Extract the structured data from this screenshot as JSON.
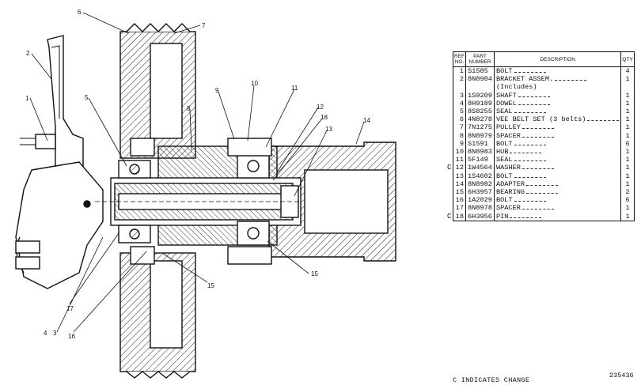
{
  "callouts": [
    "6",
    "7",
    "2",
    "1",
    "5",
    "8",
    "10",
    "9",
    "11",
    "12",
    "18",
    "13",
    "14",
    "17",
    "16",
    "4",
    "3",
    "15",
    "15"
  ],
  "table": {
    "headers": {
      "ref": "REF NO.",
      "part": "PART NUMBER",
      "desc": "DESCRIPTION",
      "qty": "QTY"
    },
    "rows": [
      {
        "c": "",
        "ref": "1",
        "part": "S1585",
        "desc": "BOLT",
        "qty": "4"
      },
      {
        "c": "",
        "ref": "2",
        "part": "8N8984",
        "desc": "BRACKET ASSEM.",
        "qty": "1"
      },
      {
        "c": "",
        "ref": "",
        "part": "",
        "desc": "(Includes)",
        "qty": ""
      },
      {
        "c": "",
        "ref": "3",
        "part": "1S9209",
        "desc": "SHAFT",
        "qty": "1"
      },
      {
        "c": "",
        "ref": "4",
        "part": "8H9189",
        "desc": "DOWEL",
        "qty": "1"
      },
      {
        "c": "",
        "ref": "5",
        "part": "8S8255",
        "desc": "SEAL",
        "qty": "1"
      },
      {
        "c": "",
        "ref": "6",
        "part": "4N8278",
        "desc": "VEE BELT SET (3 belts)",
        "qty": "1"
      },
      {
        "c": "",
        "ref": "7",
        "part": "7N1275",
        "desc": "PULLEY",
        "qty": "1"
      },
      {
        "c": "",
        "ref": "8",
        "part": "8N8979",
        "desc": "SPACER",
        "qty": "1"
      },
      {
        "c": "",
        "ref": "9",
        "part": "S1591",
        "desc": "BOLT",
        "qty": "6"
      },
      {
        "c": "",
        "ref": "10",
        "part": "8N8983",
        "desc": "HUB",
        "qty": "1"
      },
      {
        "c": "",
        "ref": "11",
        "part": "5F149",
        "desc": "SEAL",
        "qty": "1"
      },
      {
        "c": "C",
        "ref": "12",
        "part": "1W4564",
        "desc": "WASHER",
        "qty": "1"
      },
      {
        "c": "",
        "ref": "13",
        "part": "1S4602",
        "desc": "BOLT",
        "qty": "1"
      },
      {
        "c": "",
        "ref": "14",
        "part": "8N8982",
        "desc": "ADAPTER",
        "qty": "1"
      },
      {
        "c": "",
        "ref": "15",
        "part": "6H3957",
        "desc": "BEARING",
        "qty": "2"
      },
      {
        "c": "",
        "ref": "16",
        "part": "1A2029",
        "desc": "BOLT",
        "qty": "6"
      },
      {
        "c": "",
        "ref": "17",
        "part": "8N8978",
        "desc": "SPACER",
        "qty": "1"
      },
      {
        "c": "C",
        "ref": "18",
        "part": "6H3956",
        "desc": "PIN",
        "qty": "1"
      }
    ]
  },
  "footer": {
    "change_note": "C INDICATES CHANGE",
    "drawing_number": "235436"
  }
}
